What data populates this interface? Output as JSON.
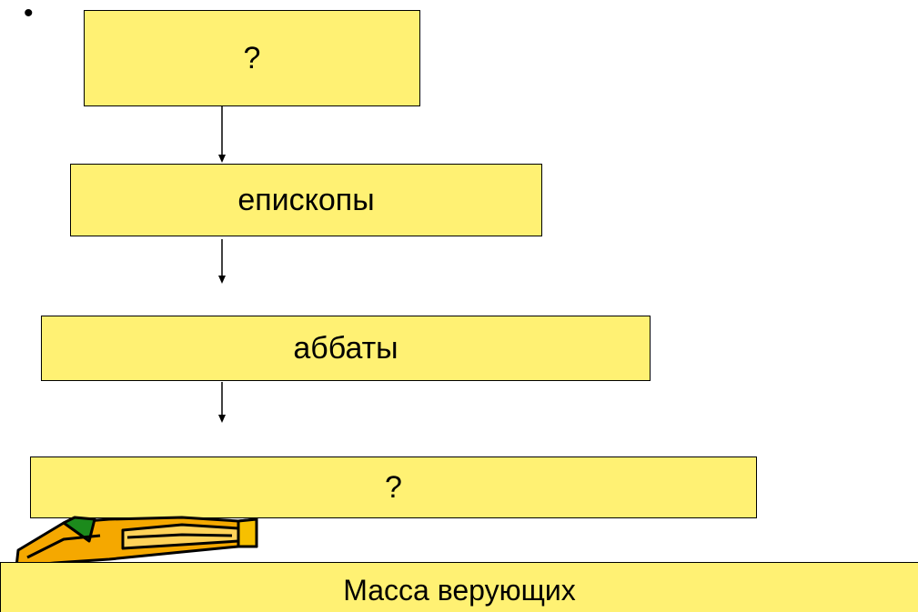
{
  "bullet": "•",
  "boxes": [
    {
      "label": "?"
    },
    {
      "label": "епископы"
    },
    {
      "label": "аббаты"
    },
    {
      "label": "?"
    },
    {
      "label": "Масса верующих"
    }
  ],
  "colors": {
    "box_fill": "#fff173",
    "border": "#000000",
    "clipart_orange": "#f5a800",
    "clipart_green": "#1c8a1c"
  },
  "icons": {
    "clipart": "pencil-clipart-icon"
  }
}
